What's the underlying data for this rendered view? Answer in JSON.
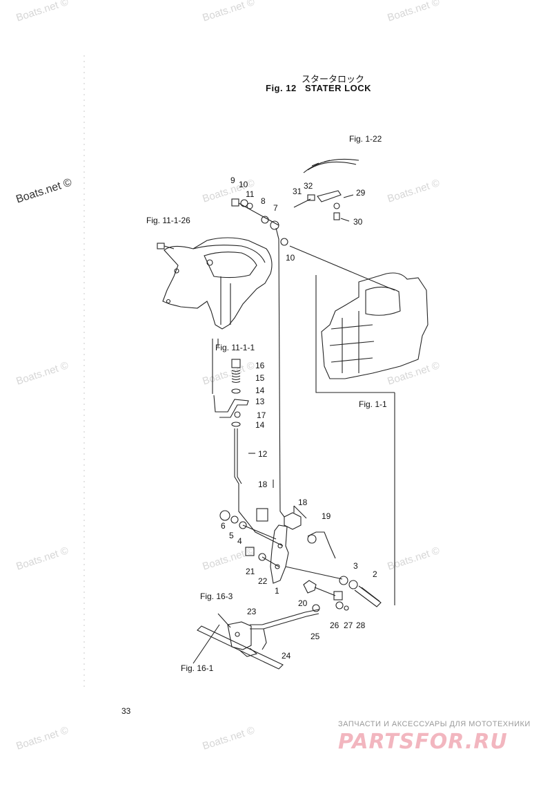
{
  "title": {
    "jp": "スタータロック",
    "en_fig": "Fig. 12",
    "en_name": "STATER LOCK"
  },
  "watermark": "Boats.net ©",
  "refs": {
    "fig_1_22": "Fig. 1-22",
    "fig_11_1_26": "Fig. 11-1-26",
    "fig_11_1_1": "Fig. 11-1-1",
    "fig_1_1": "Fig. 1-1",
    "fig_16_3": "Fig. 16-3",
    "fig_16_1": "Fig. 16-1"
  },
  "parts": [
    "1",
    "2",
    "3",
    "4",
    "5",
    "6",
    "7",
    "8",
    "9",
    "10",
    "10",
    "11",
    "12",
    "13",
    "14",
    "14",
    "15",
    "16",
    "17",
    "18",
    "18",
    "19",
    "20",
    "21",
    "22",
    "23",
    "24",
    "25",
    "26",
    "27",
    "28",
    "29",
    "30",
    "31",
    "32"
  ],
  "page_number": "33",
  "brand": {
    "tagline": "ЗАПЧАСТИ И АКСЕССУАРЫ ДЛЯ МОТОТЕХНИКИ",
    "logo": "PARTSFOR.RU"
  },
  "colors": {
    "line": "#222222",
    "watermark": "#d6d6d6",
    "logo": "#f2b6bf"
  }
}
